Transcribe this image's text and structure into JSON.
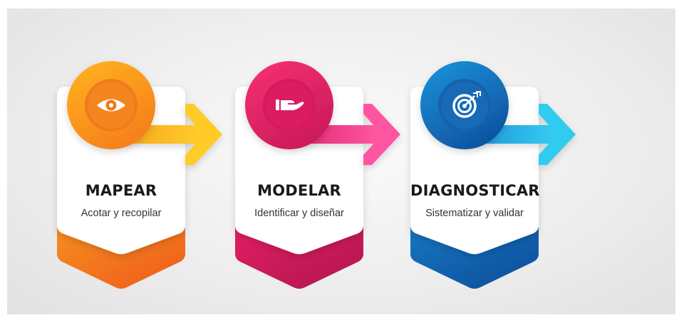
{
  "steps": [
    {
      "title": "MAPEAR",
      "subtitle": "Acotar y recopilar",
      "icon": "eye-icon",
      "colors": {
        "light": "#FFC21E",
        "main": "#F7901E",
        "dark": "#EE5A1C"
      }
    },
    {
      "title": "MODELAR",
      "subtitle": "Identificar y diseñar",
      "icon": "hand-icon",
      "colors": {
        "light": "#FF4F9A",
        "main": "#E41E63",
        "dark": "#B0164E"
      }
    },
    {
      "title": "DIAGNOSTICAR",
      "subtitle": "Sistematizar y validar",
      "icon": "target-icon",
      "colors": {
        "light": "#2BCBF0",
        "main": "#1578C2",
        "dark": "#0D4C9A"
      }
    }
  ]
}
